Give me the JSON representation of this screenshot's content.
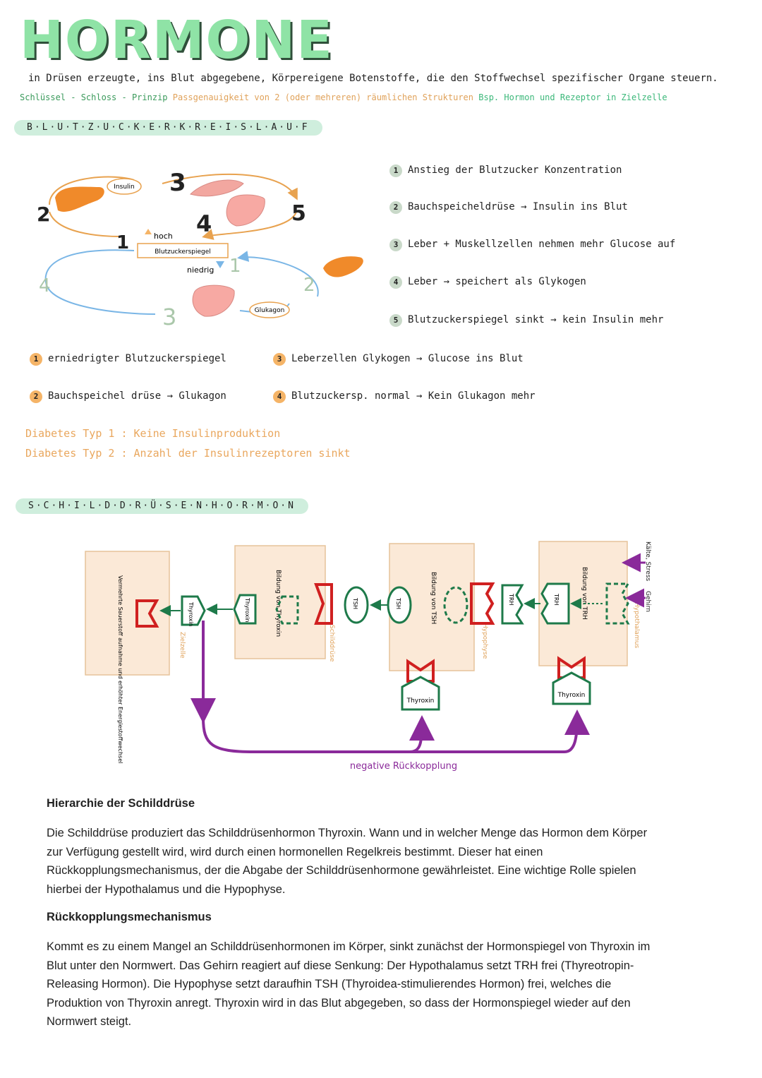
{
  "title": "HORMONE",
  "definition": "in Drüsen erzeugte, ins Blut abgegebene, Körpereigene Botenstoffe, die den Stoffwechsel spezifischer Organe steuern.",
  "key_principle": {
    "label": "Schlüssel - Schloss - Prinzip",
    "desc": "Passgenauigkeit von 2 (oder mehreren) räumlichen Strukturen",
    "example": "Bsp. Hormon und Rezeptor in Zielzelle"
  },
  "section1": {
    "heading": "B·L·U·T·Z·U·C·K·E·R·K·R·E·I·S·L·A·U·F",
    "diagram": {
      "insulin": "Insulin",
      "hoch": "hoch",
      "blutzuckerspiegel": "Blutzuckerspiegel",
      "niedrig": "niedrig",
      "glukagon": "Glukagon",
      "n1": "1",
      "n2": "2",
      "n3": "3",
      "n4": "4",
      "n5": "5"
    },
    "high_steps": [
      {
        "n": "1",
        "text": "Anstieg der Blutzucker Konzentration"
      },
      {
        "n": "2",
        "text": "Bauchspeicheldrüse → Insulin ins Blut"
      },
      {
        "n": "3",
        "text": "Leber + Muskellzellen nehmen mehr Glucose auf"
      },
      {
        "n": "4",
        "text": "Leber → speichert als Glykogen"
      },
      {
        "n": "5",
        "text": "Blutzuckerspiegel sinkt → kein Insulin mehr"
      }
    ],
    "low_steps": [
      {
        "n": "1",
        "text": "erniedrigter Blutzuckerspiegel"
      },
      {
        "n": "2",
        "text": "Bauchspeichel drüse → Glukagon"
      },
      {
        "n": "3",
        "text": "Leberzellen Glykogen → Glucose ins Blut"
      },
      {
        "n": "4",
        "text": "Blutzuckersp. normal → Kein Glukagon mehr"
      }
    ],
    "diabetes1": "Diabetes Typ 1 : Keine Insulinproduktion",
    "diabetes2": "Diabetes Typ 2 : Anzahl der Insulinrezeptoren sinkt"
  },
  "section2": {
    "heading": "S·C·H·I·L·D·D·R·Ü·S·E·N·H·O·R·M·O·N",
    "diagram": {
      "zielzelle_effect": "Vermehrte Sauerstoff aufnahme und erhöhter Energiestoffwechsel",
      "thyroxin": "Thyroxin",
      "zielzelle": "Zielzelle",
      "bildung_thyroxin": "Bildung von Thyroxin",
      "schilddruese": "Schilddrüse",
      "tsh": "TSH",
      "bildung_tsh": "Bildung von TSH",
      "hypophyse": "Hypophyse",
      "trh": "TRH",
      "bildung_trh": "Bildung von TRH",
      "hypothalamus": "Hypothalamus",
      "kaelte_stress": "Kälte, Stress",
      "gehirn": "Gehirn",
      "negative_feedback": "negative Rückkopplung"
    }
  },
  "hierarchy": {
    "heading": "Hierarchie der Schilddrüse",
    "lines": [
      "Die Schilddrüse produziert das Schilddrüsenhormon Thyroxin. Wann und in welcher Menge das Hormon dem Körper",
      "zur Verfügung gestellt wird, wird durch einen hormonellen Regelkreis bestimmt. Dieser hat einen",
      "Rückkopplungsmechanismus, der die Abgabe der Schilddrüsenhormone gewährleistet. Eine wichtige Rolle spielen",
      "hierbei der Hypothalamus und die Hypophyse."
    ]
  },
  "feedback": {
    "heading": "Rückkopplungsmechanismus",
    "lines": [
      "Kommt es zu einem Mangel an Schilddrüsenhormonen im Körper, sinkt zunächst der Hormonspiegel von Thyroxin im",
      "Blut unter den Normwert. Das Gehirn reagiert auf diese Senkung: Der Hypothalamus setzt TRH frei (Thyreotropin-",
      "Releasing Hormon). Die Hypophyse setzt daraufhin TSH (Thyroidea-stimulierendes Hormon) frei, welches die",
      "Produktion von Thyroxin anregt. Thyroxin wird in das Blut abgegeben, so dass der Hormonspiegel wieder auf den",
      "Normwert steigt."
    ]
  },
  "colors": {
    "title_green": "#8fe3a6",
    "orange": "#f5b467",
    "pancreas": "#f08a2a",
    "liver": "#f7a9a3",
    "blue": "#7ab6e6",
    "thyroid_green": "#1e7a4a",
    "receptor_red": "#d02020",
    "feedback_purple": "#8a2a9a",
    "box_fill": "#fbe9d7"
  }
}
